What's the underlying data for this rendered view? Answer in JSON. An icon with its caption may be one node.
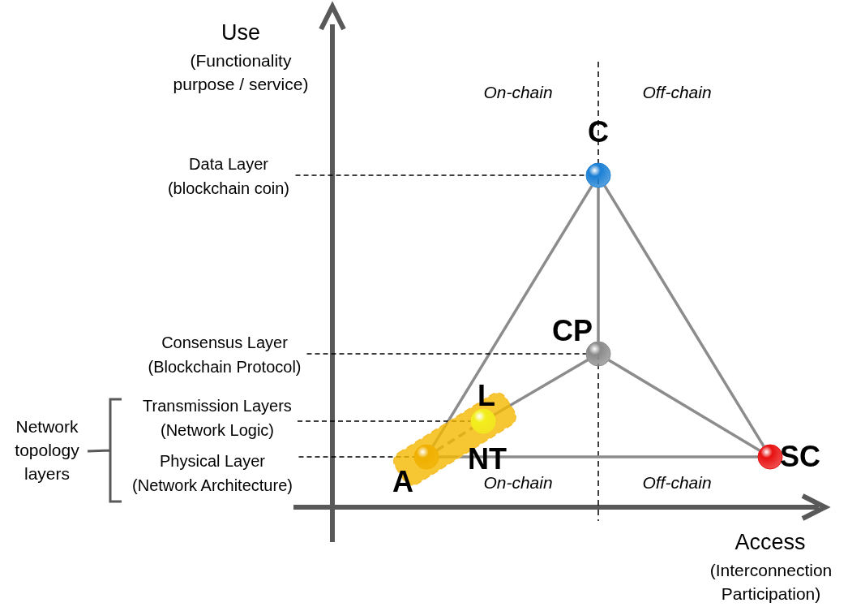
{
  "diagram": {
    "nodes": [
      {
        "text": [
          "NT"
        ]
      },
      {
        "text": [
          "C"
        ]
      },
      {
        "text": [
          "CP"
        ]
      },
      {
        "text": [
          "L"
        ],
        "in": 0
      },
      {
        "text": [
          "A"
        ],
        "in": 0
      },
      {
        "text": [
          "SC"
        ]
      },
      {
        "text": [
          "Data Layer (blockchain coin)"
        ]
      },
      {
        "text": [
          "Consensus Layer (Blockchain Protocol)"
        ]
      },
      {
        "text": [
          "Transmission Layers (Network Logic)"
        ]
      },
      {
        "text": [
          "Physical Layer (Network Architecture)"
        ]
      }
    ],
    "edges": [
      {
        "from": 1,
        "to": 4,
        "arrow": "none"
      },
      {
        "from": 1,
        "to": 2,
        "arrow": "none"
      },
      {
        "from": 1,
        "to": 5,
        "arrow": "none"
      },
      {
        "from": 2,
        "to": 3,
        "arrow": "none"
      },
      {
        "from": 2,
        "to": 5,
        "arrow": "none"
      },
      {
        "from": 4,
        "to": 5,
        "arrow": "none"
      },
      {
        "from": 4,
        "to": 3,
        "arrow": "none",
        "style": "dashed"
      },
      {
        "from": 6,
        "to": 1,
        "arrow": "none",
        "style": "dashed",
        "color": "#000000"
      },
      {
        "from": 7,
        "to": 2,
        "arrow": "none",
        "style": "dashed",
        "color": "#000000"
      },
      {
        "from": 8,
        "to": 3,
        "arrow": "none",
        "style": "dashed",
        "color": "#000000"
      },
      {
        "from": 9,
        "to": 4,
        "arrow": "none",
        "style": "dashed",
        "color": "#000000"
      }
    ],
    "labels": [
      "Use",
      "(Functionality purpose / service)",
      "On-chain",
      "Off-chain",
      "Network topology layers",
      "On-chain",
      "Off-chain",
      "Access",
      "(Interconnection Participation)"
    ]
  }
}
